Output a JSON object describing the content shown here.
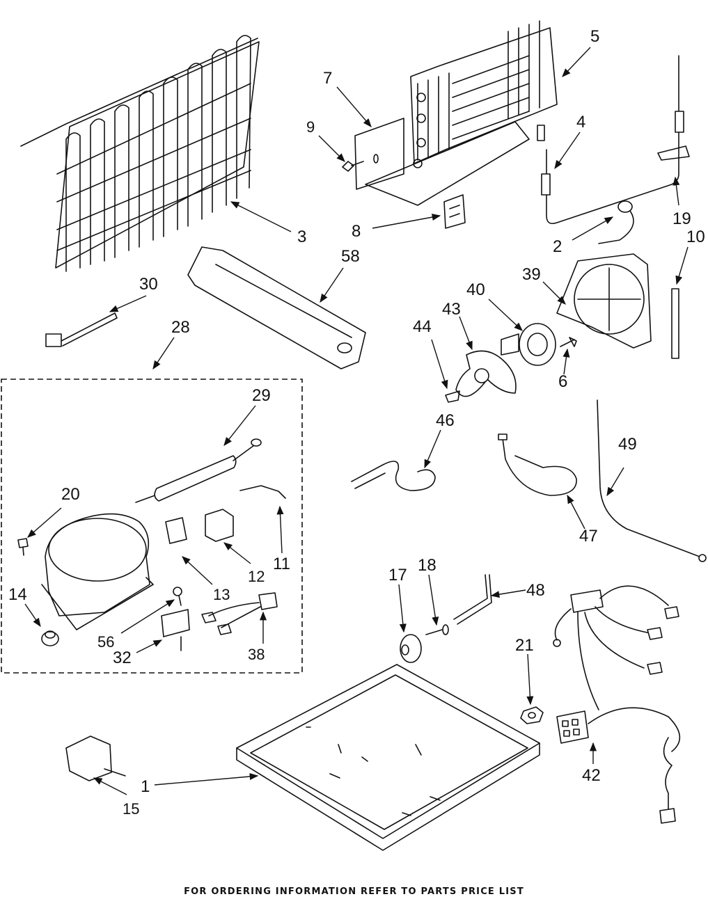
{
  "labels": {
    "p1": "1",
    "p2": "2",
    "p3": "3",
    "p4": "4",
    "p5": "5",
    "p6": "6",
    "p7": "7",
    "p8": "8",
    "p9": "9",
    "p10": "10",
    "p11": "11",
    "p12": "12",
    "p13": "13",
    "p14": "14",
    "p15": "15",
    "p17": "17",
    "p18": "18",
    "p19": "19",
    "p20": "20",
    "p21": "21",
    "p28": "28",
    "p29": "29",
    "p30": "30",
    "p32": "32",
    "p38": "38",
    "p39": "39",
    "p40": "40",
    "p42": "42",
    "p43": "43",
    "p44": "44",
    "p46": "46",
    "p47": "47",
    "p48": "48",
    "p49": "49",
    "p56": "56",
    "p58": "58"
  },
  "footer": "FOR ORDERING INFORMATION REFER TO PARTS PRICE LIST"
}
